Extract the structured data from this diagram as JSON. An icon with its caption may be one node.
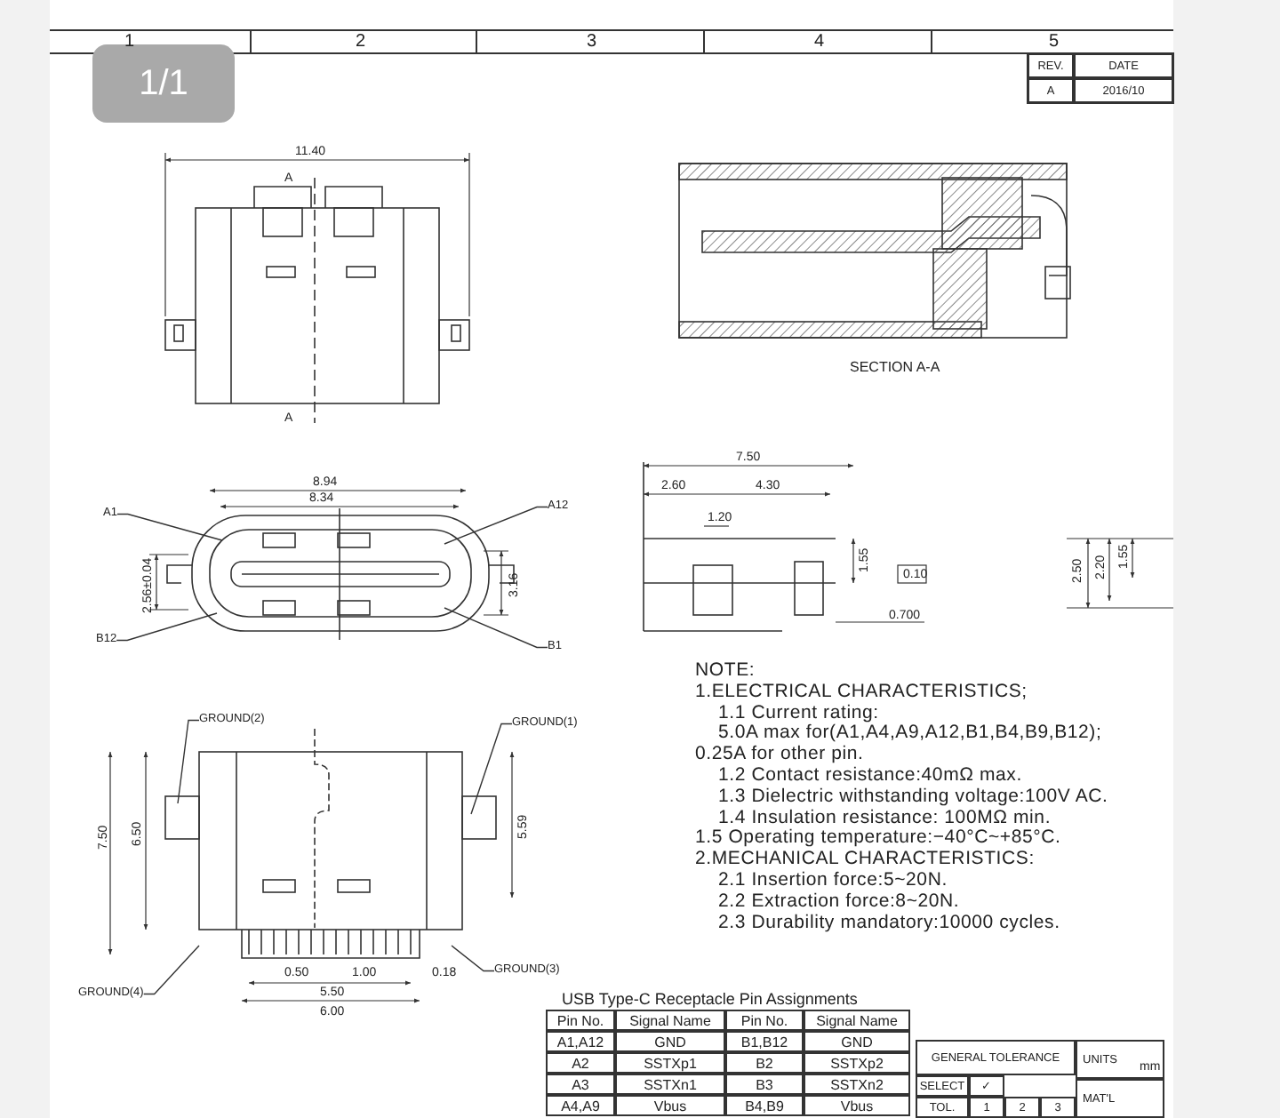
{
  "diagram": {
    "nodes": [
      {
        "text": [
          "A1"
        ]
      },
      {
        "text": [
          "A12"
        ]
      },
      {
        "text": [
          "B12"
        ]
      },
      {
        "text": [
          "B1"
        ]
      },
      {
        "text": [
          "GROUND(2)"
        ]
      },
      {
        "text": [
          "GROUND(1)"
        ]
      },
      {
        "text": [
          "GROUND(4)"
        ]
      },
      {
        "text": [
          "GROUND(3)"
        ]
      }
    ],
    "edges": [
      {
        "from": 0,
        "to": null,
        "arrow": "none"
      },
      {
        "from": 1,
        "to": null,
        "arrow": "none"
      },
      {
        "from": 2,
        "to": null,
        "arrow": "none"
      },
      {
        "from": 3,
        "to": null,
        "arrow": "none"
      },
      {
        "from": 4,
        "to": null,
        "arrow": "none"
      },
      {
        "from": 5,
        "to": null,
        "arrow": "none"
      },
      {
        "from": 6,
        "to": null,
        "arrow": "none"
      },
      {
        "from": 7,
        "to": null,
        "arrow": "none"
      }
    ],
    "labels": [
      "1/1",
      "1",
      "2",
      "3",
      "4",
      "5",
      "REV.",
      "DATE",
      "A",
      "2016/10",
      "11.40",
      "A",
      "A",
      "SECTION A-A",
      "8.94",
      "8.34",
      "2.56±0.04",
      "3.16",
      "7.50",
      "2.60",
      "4.30",
      "1.20",
      "1.55",
      "0.10",
      "0.700",
      "2.50",
      "2.20",
      "1.55",
      "NOTE:",
      "1.ELECTRICAL CHARACTERISTICS;",
      "1.1 Current rating:",
      "5.0A max for(A1,A4,A9,A12,B1,B4,B9,B12);",
      "0.25A for other pin.",
      "1.2 Contact resistance:40mΩ max.",
      "1.3 Dielectric withstanding voltage:100V AC.",
      "1.4 Insulation resistance: 100MΩ min.",
      "1.5 Operating temperature:−40°C~+85°C.",
      "2.MECHANICAL CHARACTERISTICS:",
      "2.1 Insertion force:5~20N.",
      "2.2 Extraction force:8~20N.",
      "2.3 Durability mandatory:10000 cycles.",
      "7.50",
      "6.50",
      "5.59",
      "0.50",
      "1.00",
      "0.18",
      "5.50",
      "6.00",
      "USB Type-C Receptacle Pin Assignments",
      "Pin No.",
      "Signal Name",
      "Pin No.",
      "Signal Name",
      "A1,A12",
      "GND",
      "B1,B12",
      "GND",
      "A2",
      "SSTXp1",
      "B2",
      "SSTXp2",
      "A3",
      "SSTXn1",
      "B3",
      "SSTXn2",
      "A4,A9",
      "Vbus",
      "B4,B9",
      "Vbus",
      "GENERAL TOLERANCE",
      "UNITS",
      "mm",
      "SELECT",
      "✓",
      "TOL.",
      "1",
      "2",
      "3",
      "MAT'L"
    ]
  }
}
